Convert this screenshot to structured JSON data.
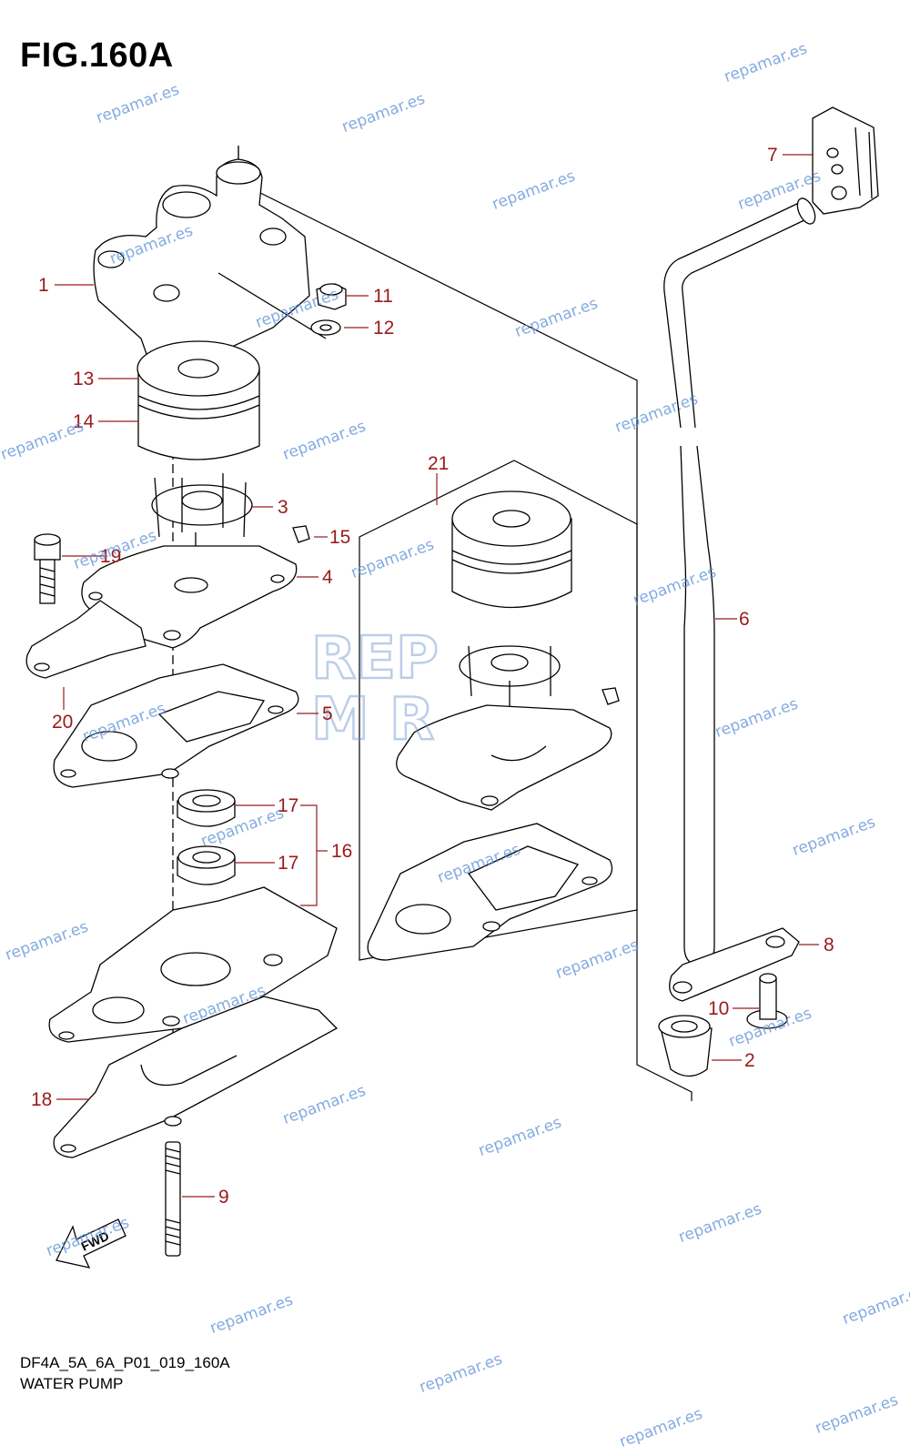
{
  "header": {
    "fig_label": "FIG.160A"
  },
  "footer": {
    "code": "DF4A_5A_6A_P01_019_160A",
    "title": "WATER PUMP"
  },
  "callouts": [
    {
      "id": "1",
      "label": "1"
    },
    {
      "id": "2",
      "label": "2"
    },
    {
      "id": "3",
      "label": "3"
    },
    {
      "id": "4",
      "label": "4"
    },
    {
      "id": "5",
      "label": "5"
    },
    {
      "id": "6",
      "label": "6"
    },
    {
      "id": "7",
      "label": "7"
    },
    {
      "id": "8",
      "label": "8"
    },
    {
      "id": "9",
      "label": "9"
    },
    {
      "id": "10",
      "label": "10"
    },
    {
      "id": "11",
      "label": "11"
    },
    {
      "id": "12",
      "label": "12"
    },
    {
      "id": "13",
      "label": "13"
    },
    {
      "id": "14",
      "label": "14"
    },
    {
      "id": "15",
      "label": "15"
    },
    {
      "id": "16",
      "label": "16"
    },
    {
      "id": "17a",
      "label": "17"
    },
    {
      "id": "17b",
      "label": "17"
    },
    {
      "id": "18",
      "label": "18"
    },
    {
      "id": "19",
      "label": "19"
    },
    {
      "id": "20",
      "label": "20"
    },
    {
      "id": "21",
      "label": "21"
    }
  ],
  "fwd_arrow": {
    "label": "FWD"
  },
  "logo": {
    "line1": "REP",
    "line2": "M  R"
  },
  "watermark": {
    "text": "repamar.es"
  },
  "colors": {
    "callout": "#9a1b1b",
    "watermark": "#5b8fd6",
    "line": "#000000"
  }
}
